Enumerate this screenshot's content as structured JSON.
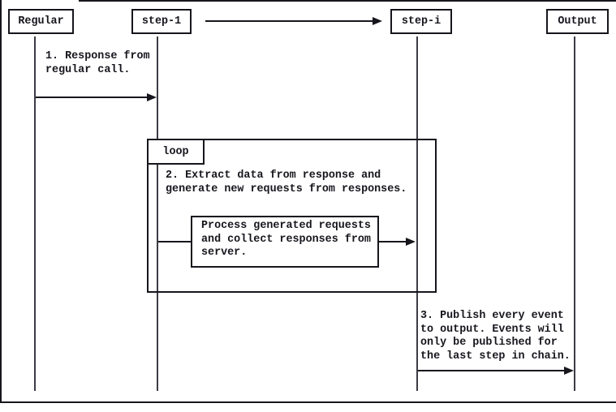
{
  "colors": {
    "line": "#16161d",
    "lifeline": "#3c3c46",
    "background": "#ffffff"
  },
  "actors": [
    {
      "label": "Regular"
    },
    {
      "label": "step-1"
    },
    {
      "label": "step-i"
    },
    {
      "label": "Output"
    }
  ],
  "loop": {
    "label": "loop"
  },
  "messages": {
    "m1": {
      "lines": [
        "1. Response from",
        "regular call."
      ]
    },
    "m2": {
      "lines": [
        "2. Extract data from response and",
        "generate new requests from responses."
      ]
    },
    "process_box": {
      "lines": [
        "Process generated requests",
        "and collect responses from",
        "server."
      ]
    },
    "m3": {
      "lines": [
        "3. Publish every event",
        "to output. Events will",
        "only be published for",
        "the last step in chain."
      ]
    }
  }
}
